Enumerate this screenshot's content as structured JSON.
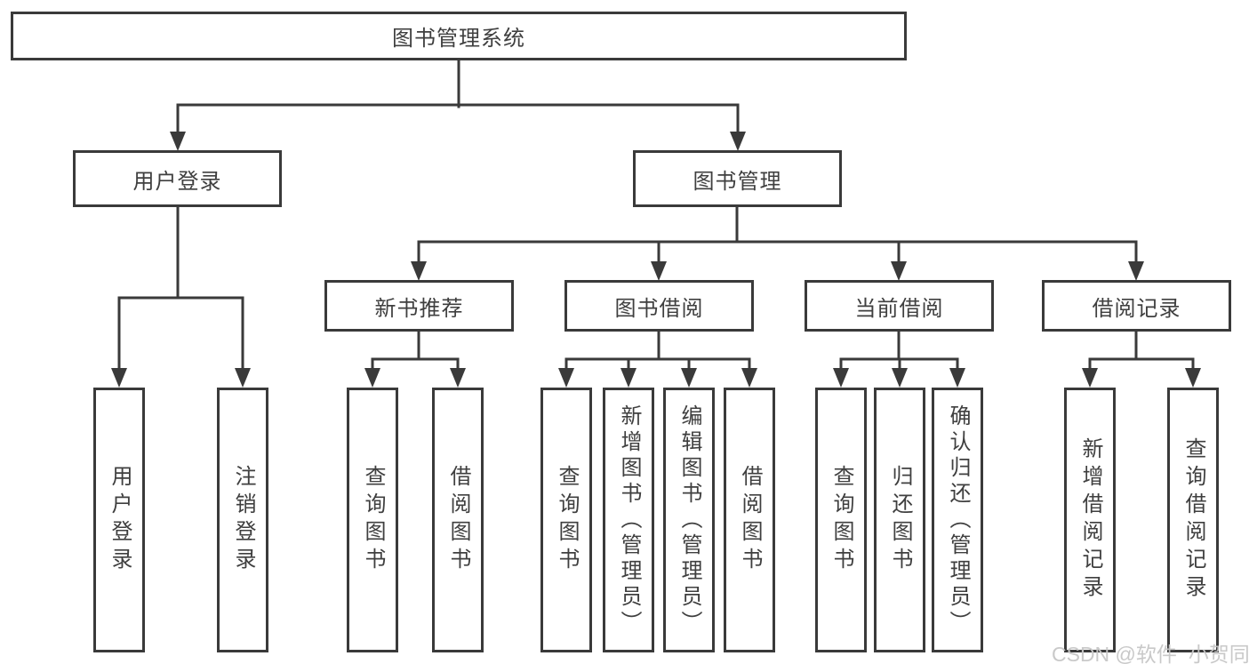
{
  "diagram": {
    "root": {
      "label": "图书管理系统"
    },
    "user_login": {
      "label": "用户登录",
      "children": [
        {
          "label": "用户登录"
        },
        {
          "label": "注销登录"
        }
      ]
    },
    "book_mgmt": {
      "label": "图书管理",
      "sections": [
        {
          "label": "新书推荐",
          "children": [
            {
              "label": "查询图书"
            },
            {
              "label": "借阅图书"
            }
          ]
        },
        {
          "label": "图书借阅",
          "children": [
            {
              "label": "查询图书"
            },
            {
              "label": "新增图书（管理员）"
            },
            {
              "label": "编辑图书（管理员）"
            },
            {
              "label": "借阅图书"
            }
          ]
        },
        {
          "label": "当前借阅",
          "children": [
            {
              "label": "查询图书"
            },
            {
              "label": "归还图书"
            },
            {
              "label": "确认归还（管理员）"
            }
          ]
        },
        {
          "label": "借阅记录",
          "children": [
            {
              "label": "新增借阅记录"
            },
            {
              "label": "查询借阅记录"
            }
          ]
        }
      ]
    },
    "watermark": {
      "text": "CSDN @软件_小贺同学"
    },
    "colors": {
      "line": "#3a3a3a",
      "box_border": "#3a3a3a",
      "text": "#3f3f3f",
      "watermark": "#c6c6c6",
      "background": "#ffffff"
    }
  }
}
